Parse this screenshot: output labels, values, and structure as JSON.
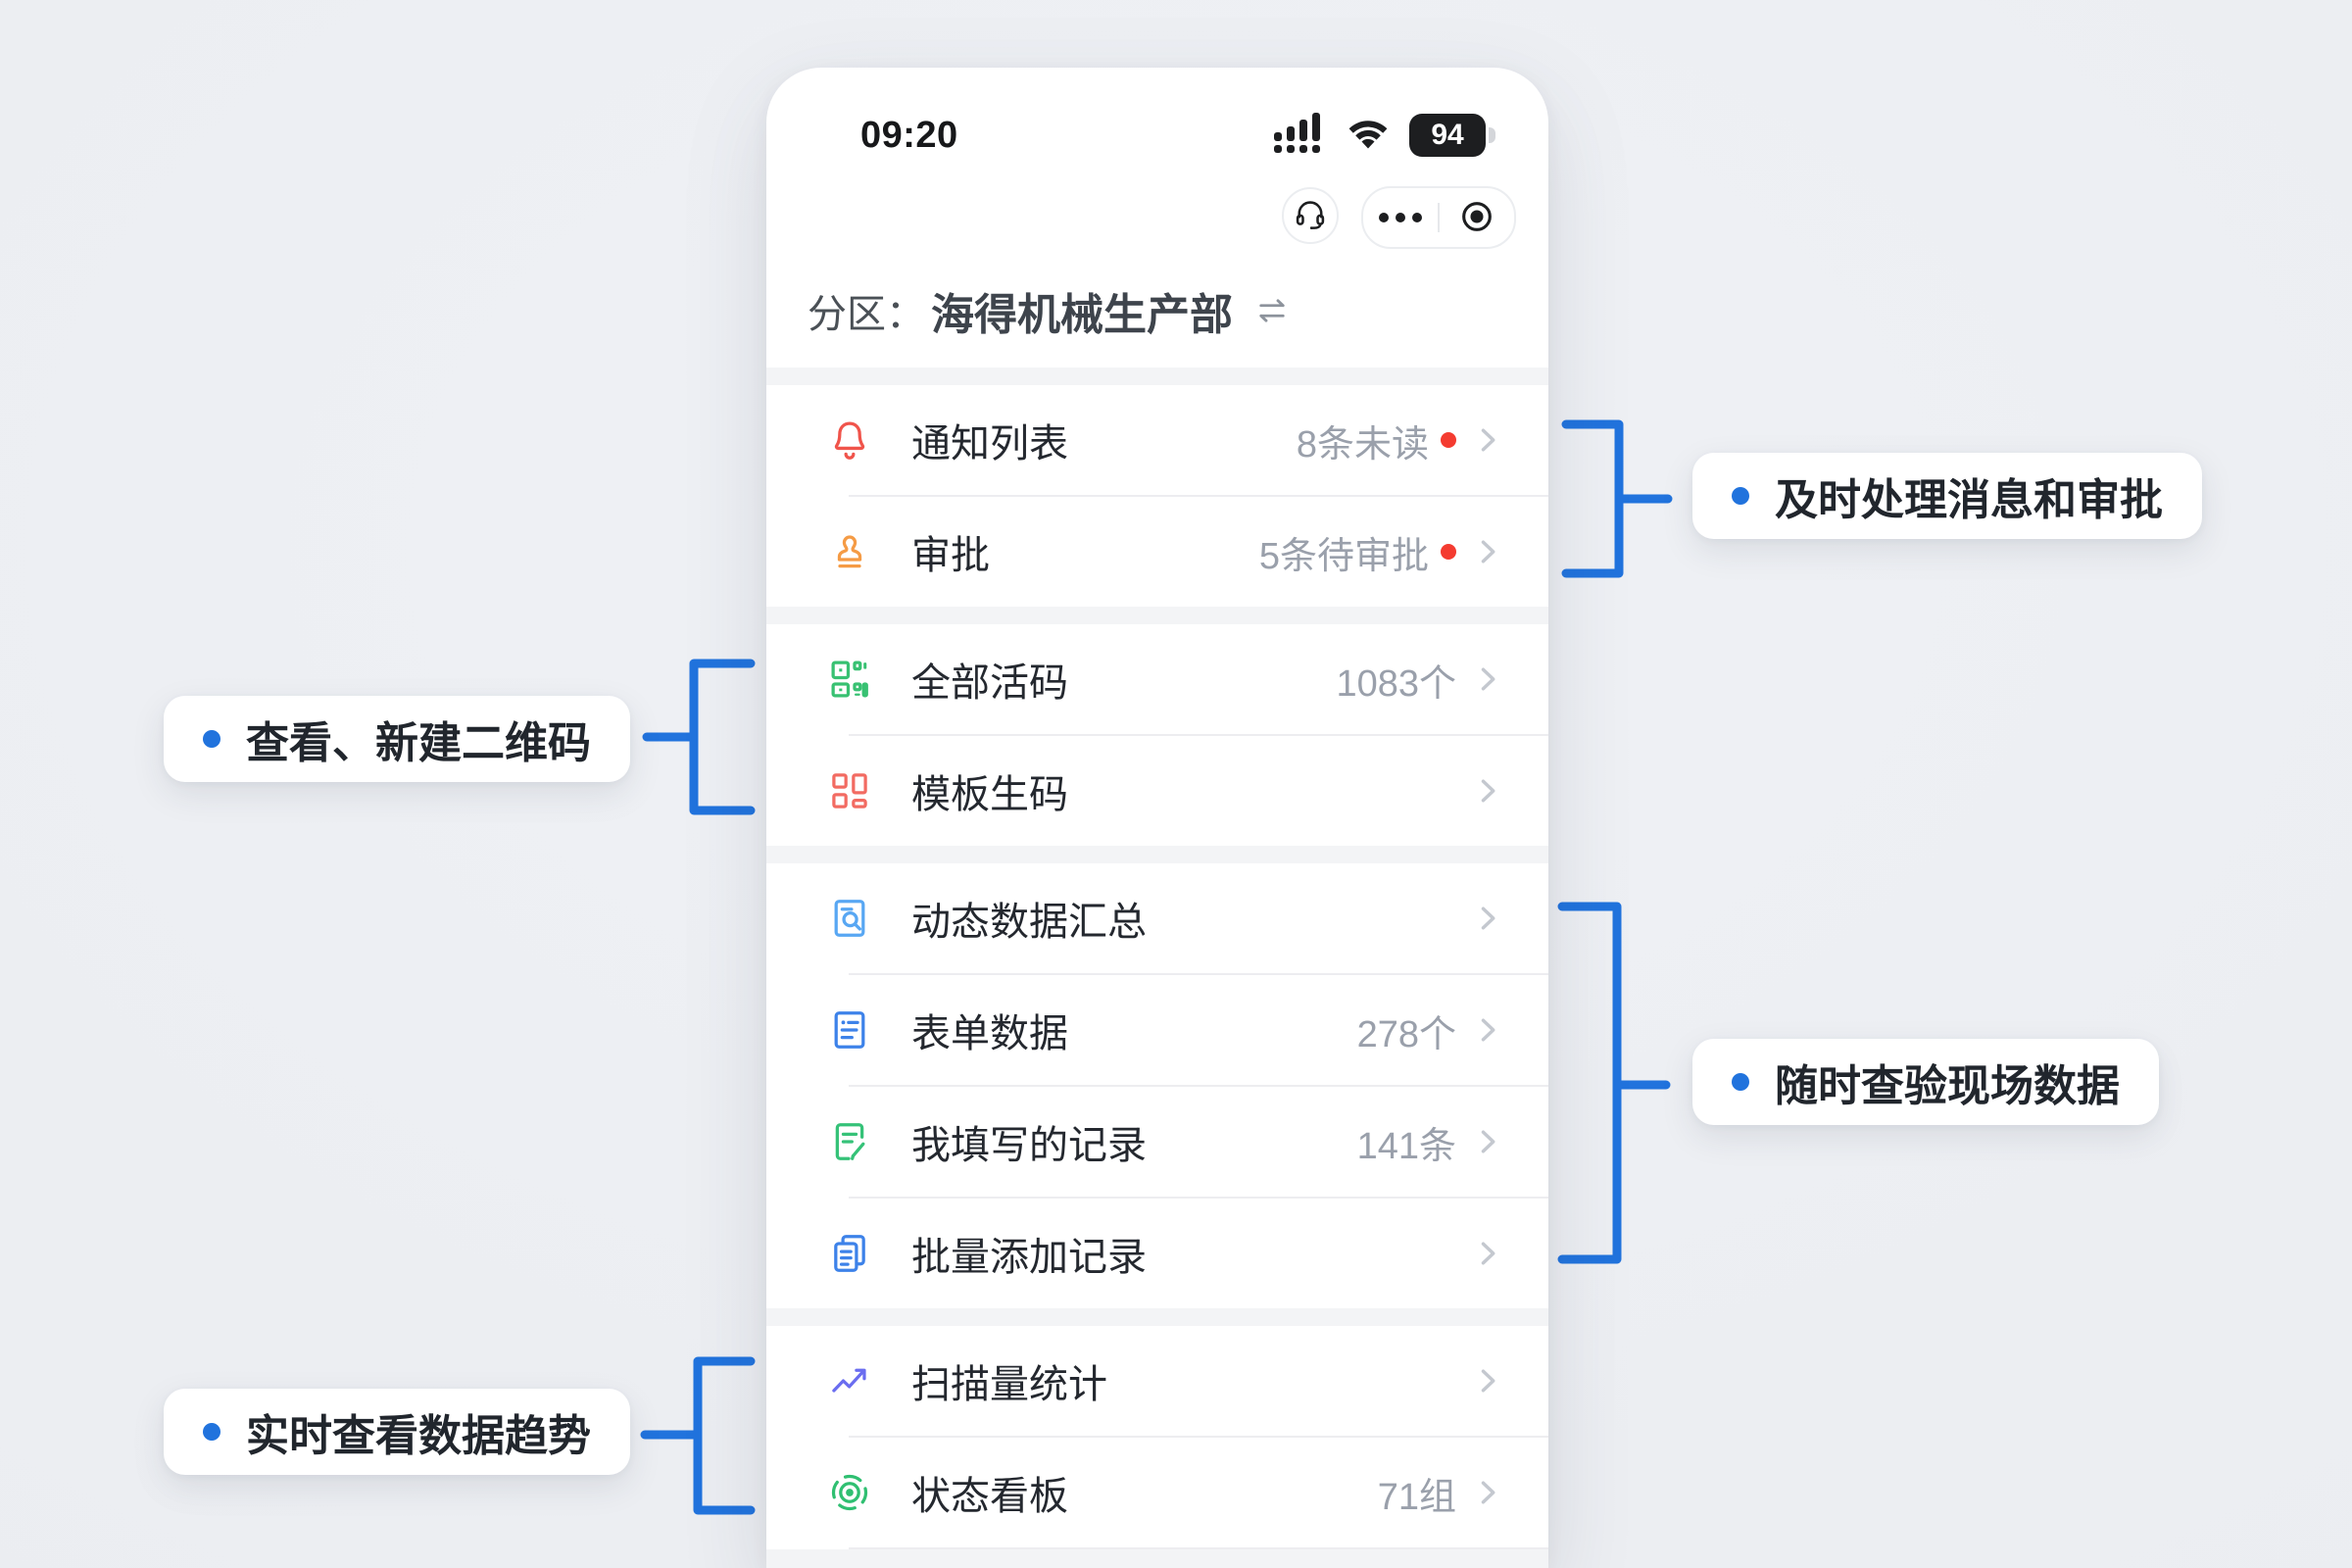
{
  "status_bar": {
    "time": "09:20",
    "battery_percent": "94"
  },
  "header": {
    "partition_label": "分区：",
    "partition_name": "海得机械生产部"
  },
  "menu_groups": [
    {
      "items": [
        {
          "icon": "bell",
          "color": "#f0544b",
          "label": "通知列表",
          "value": "8条未读",
          "red_dot": true
        },
        {
          "icon": "stamp",
          "color": "#f59b45",
          "label": "审批",
          "value": "5条待审批",
          "red_dot": true
        }
      ]
    },
    {
      "items": [
        {
          "icon": "qr",
          "color": "#38c172",
          "label": "全部活码",
          "value": "1083个",
          "red_dot": false
        },
        {
          "icon": "template",
          "color": "#f26b62",
          "label": "模板生码",
          "value": "",
          "red_dot": false
        }
      ]
    },
    {
      "items": [
        {
          "icon": "doc-search",
          "color": "#58a7f3",
          "label": "动态数据汇总",
          "value": "",
          "red_dot": false
        },
        {
          "icon": "doc-list",
          "color": "#3d82e9",
          "label": "表单数据",
          "value": "278个",
          "red_dot": false
        },
        {
          "icon": "doc-edit",
          "color": "#35c278",
          "label": "我填写的记录",
          "value": "141条",
          "red_dot": false
        },
        {
          "icon": "doc-copy",
          "color": "#3d82e9",
          "label": "批量添加记录",
          "value": "",
          "red_dot": false
        }
      ]
    },
    {
      "items": [
        {
          "icon": "trend",
          "color": "#6a6df0",
          "label": "扫描量统计",
          "value": "",
          "red_dot": false
        },
        {
          "icon": "target",
          "color": "#2fbf71",
          "label": "状态看板",
          "value": "71组",
          "red_dot": false
        }
      ]
    }
  ],
  "callouts": [
    {
      "id": "messages",
      "side": "right",
      "text": "及时处理消息和审批"
    },
    {
      "id": "qrcodes",
      "side": "left",
      "text": "查看、新建二维码"
    },
    {
      "id": "field-data",
      "side": "right",
      "text": "随时查验现场数据"
    },
    {
      "id": "trends",
      "side": "left",
      "text": "实时查看数据趋势"
    }
  ],
  "colors": {
    "accent_blue": "#2173dd",
    "red_badge": "#f43b30",
    "value_gray": "#9aa0ab",
    "label_dark": "#24282f",
    "band_gray": "#f3f4f6",
    "background": "#ecedf1"
  }
}
